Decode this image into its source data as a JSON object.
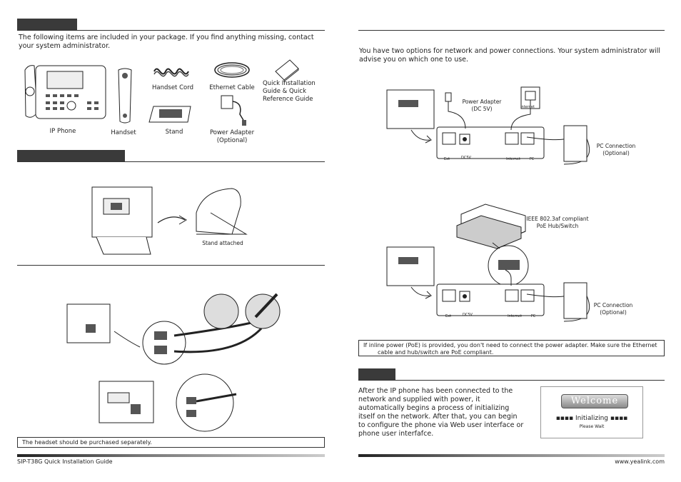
{
  "left": {
    "package_intro": "The following items are included in your package. If you find anything missing, contact your system administrator.",
    "items": {
      "ip_phone": "IP Phone",
      "handset": "Handset",
      "handset_cord": "Handset Cord",
      "stand": "Stand",
      "ethernet_cable": "Ethernet Cable",
      "power_adapter": "Power Adapter\n(Optional)",
      "quick_guide": "Quick Installation Guide & Quick Reference Guide"
    },
    "stand_attached": "Stand attached",
    "headset_note": "The headset should be purchased separately.",
    "footer": "SIP-T38G Quick Installation Guide"
  },
  "right": {
    "network_intro": "You have two options for network and power connections. Your system administrator will advise you on which one to use.",
    "power_adapter_label": "Power Adapter\n(DC 5V)",
    "internet_icon_label": "Internet",
    "pc_connection": "PC Connection\n(Optional)",
    "port_ext": "Ext",
    "port_dc": "DC5V",
    "port_internet": "Internet",
    "port_pc": "PC",
    "poe_switch": "IEEE 802.3af compliant\nPoE Hub/Switch",
    "poe_note_line1": "If inline power (PoE) is provided, you don't need to connect the power adapter.  Make sure the Ethernet",
    "poe_note_line2": "cable and hub/switch are PoE compliant.",
    "startup_text": "After the IP phone has been connected to the network and supplied with power, it automatically begins a process of initializing itself on the network. After that, you can begin to configure the phone via Web user interface or phone user interfafce.",
    "welcome": "Welcome",
    "initializing": "▪▪▪▪ Initializing ▪▪▪▪",
    "please_wait": "Please Wait",
    "footer": "www.yealink.com"
  }
}
